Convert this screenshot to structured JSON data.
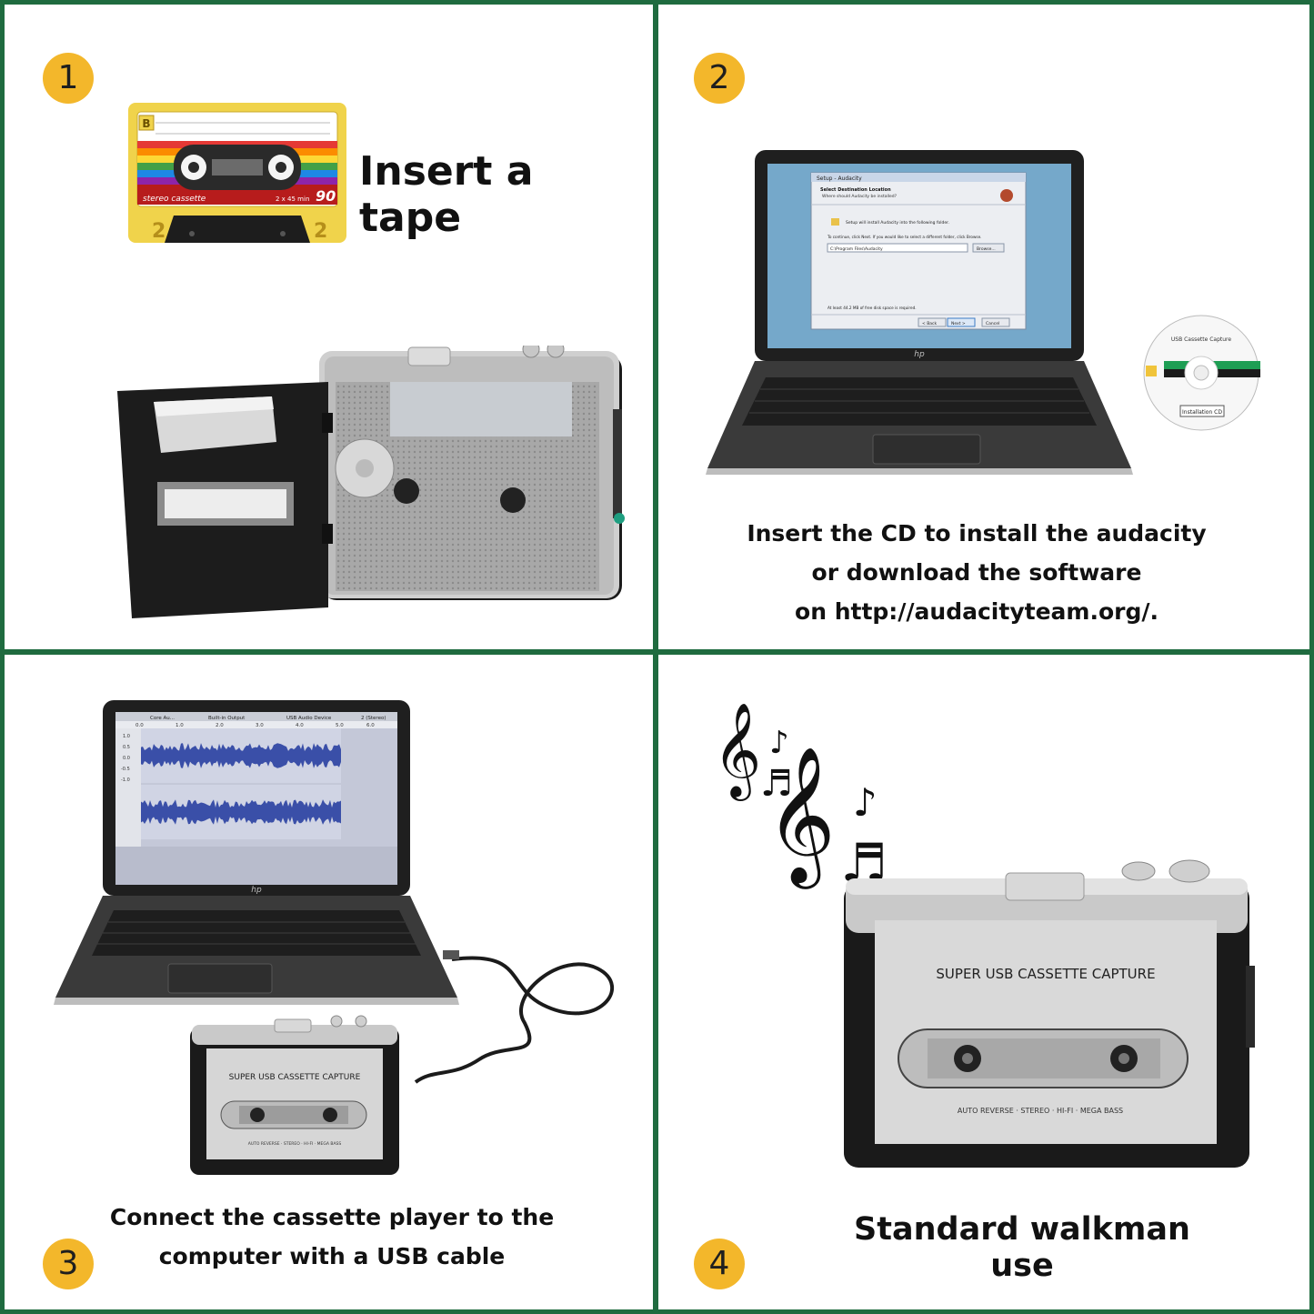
{
  "steps": [
    {
      "number": "1",
      "caption": [
        "Insert a tape"
      ]
    },
    {
      "number": "2",
      "caption": [
        "Insert the CD to install the audacity",
        "or download the software",
        "on  http://audacityteam.org/."
      ]
    },
    {
      "number": "3",
      "caption": [
        "Connect the cassette player to the",
        "computer with a USB cable"
      ]
    },
    {
      "number": "4",
      "caption": [
        "Standard walkman use"
      ]
    }
  ],
  "cassette_label": {
    "side": "B",
    "brand": "stereo cassette",
    "duration": "2 x 45 min",
    "length": "90",
    "track_left": "2",
    "track_right": "2"
  },
  "laptop": {
    "brand": "hp"
  },
  "setup_dialog": {
    "title": "Setup - Audacity",
    "heading": "Select Destination Location",
    "subheading": "Where should Audacity be installed?",
    "body": "Setup will install Audacity into the following folder.",
    "hint": "To continue, click Next. If you would like to select a different folder, click Browse.",
    "path": "C:\\Program Files\\Audacity",
    "browse_label": "Browse...",
    "space_note": "At least 44.2 MB of free disk space is required.",
    "back_label": "< Back",
    "next_label": "Next >",
    "cancel_label": "Cancel"
  },
  "cd": {
    "title": "USB Cassette Capture",
    "label": "Installation CD"
  },
  "audacity": {
    "host": "Core Au...",
    "output": "Built-in Output",
    "input": "USB Audio Device",
    "channels": "2 (Stereo)",
    "ruler": [
      "0.0",
      "1.0",
      "2.0",
      "3.0",
      "4.0",
      "5.0",
      "6.0"
    ],
    "scale": [
      "1.0",
      "0.5",
      "0.0",
      "-0.5",
      "-1.0"
    ]
  },
  "player": {
    "title": "SUPER USB CASSETTE CAPTURE",
    "features": "AUTO REVERSE · STEREO · HI-FI · MEGA BASS"
  },
  "colors": {
    "frame": "#1f6b3f",
    "badge": "#f3b72b",
    "tape_yellow": "#f0d34b",
    "laptop_dark": "#2b2b2b"
  }
}
